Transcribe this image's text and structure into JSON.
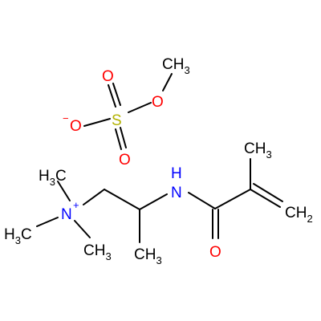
{
  "colors": {
    "bond": "#000000",
    "carbon_text": "#000000",
    "oxygen": "#ff0000",
    "sulfur": "#b2b200",
    "nitrogen": "#0000ff"
  },
  "molecule": {
    "methyl_sulfate": {
      "ch3_main": "CH",
      "ch3_sub": "3",
      "o_ester": "O",
      "s": "S",
      "o_top": "O",
      "o_bottom": "O",
      "o_minus_sign": "−",
      "o_minus": "O"
    },
    "cation": {
      "h3c_top_h": "H",
      "h3c_top_sub": "3",
      "h3c_top_c": "C",
      "h3c_left_h": "H",
      "h3c_left_sub": "3",
      "h3c_left_c": "C",
      "n_plus": "N",
      "plus_sign": "+",
      "ch3_bottom": "CH",
      "ch3_bottom_sub": "3",
      "ch3_mid": "CH",
      "ch3_mid_sub": "3",
      "nh_n": "N",
      "nh_h": "H",
      "o_carbonyl": "O",
      "ch3_top_right": "CH",
      "ch3_top_right_sub": "3",
      "ch2": "CH",
      "ch2_sub": "2"
    }
  }
}
